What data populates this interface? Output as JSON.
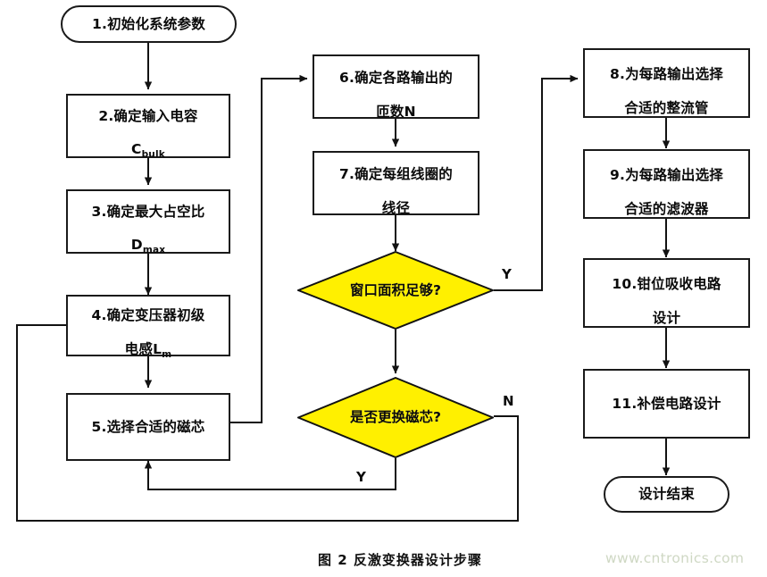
{
  "figure": {
    "caption": "图 2  反激变换器设计步骤",
    "watermark": "www.cntronics.com",
    "colors": {
      "decision_fill": "#FFF000",
      "stroke": "#1a1a1a",
      "node_fill": "#ffffff",
      "watermark": "#cfd8c4",
      "background": "#ffffff"
    }
  },
  "nodes": {
    "start": {
      "type": "terminal",
      "label": "1.初始化系统参数"
    },
    "step2": {
      "type": "process",
      "line1": "2.确定输入电容",
      "line2_base": "C",
      "line2_sub": "bulk"
    },
    "step3": {
      "type": "process",
      "line1": "3.确定最大占空比",
      "line2_base": "D",
      "line2_sub": "max"
    },
    "step4": {
      "type": "process",
      "line1": "4.确定变压器初级",
      "line2_base": "电感L",
      "line2_sub": "m"
    },
    "step5": {
      "type": "process",
      "label": "5.选择合适的磁芯"
    },
    "step6": {
      "type": "process",
      "line1": "6.确定各路输出的",
      "line2": "匝数N"
    },
    "step7": {
      "type": "process",
      "line1": "7.确定每组线圈的",
      "line2": "线径"
    },
    "decision1": {
      "type": "decision",
      "label": "窗口面积足够?"
    },
    "decision2": {
      "type": "decision",
      "label": "是否更换磁芯?"
    },
    "step8": {
      "type": "process",
      "line1": "8.为每路输出选择",
      "line2": "合适的整流管"
    },
    "step9": {
      "type": "process",
      "line1": "9.为每路输出选择",
      "line2": "合适的滤波器"
    },
    "step10": {
      "type": "process",
      "line1": "10.钳位吸收电路",
      "line2": "设计"
    },
    "step11": {
      "type": "process",
      "label": "11.补偿电路设计"
    },
    "end": {
      "type": "terminal",
      "label": "设计结束"
    }
  },
  "edge_labels": {
    "d1_yes": "Y",
    "d2_no": "N",
    "d2_yes": "Y"
  },
  "edges": [
    {
      "from": "start",
      "to": "step2",
      "label": ""
    },
    {
      "from": "step2",
      "to": "step3",
      "label": ""
    },
    {
      "from": "step3",
      "to": "step4",
      "label": ""
    },
    {
      "from": "step4",
      "to": "step5",
      "label": ""
    },
    {
      "from": "step5",
      "to": "step6",
      "label": ""
    },
    {
      "from": "step6",
      "to": "step7",
      "label": ""
    },
    {
      "from": "step7",
      "to": "decision1",
      "label": ""
    },
    {
      "from": "decision1",
      "to": "step8",
      "label": "Y"
    },
    {
      "from": "decision1",
      "to": "decision2",
      "label": ""
    },
    {
      "from": "decision2",
      "to": "step5",
      "label": "Y"
    },
    {
      "from": "decision2",
      "to": "step4",
      "label": "N"
    },
    {
      "from": "step8",
      "to": "step9",
      "label": ""
    },
    {
      "from": "step9",
      "to": "step10",
      "label": ""
    },
    {
      "from": "step10",
      "to": "step11",
      "label": ""
    },
    {
      "from": "step11",
      "to": "end",
      "label": ""
    }
  ]
}
